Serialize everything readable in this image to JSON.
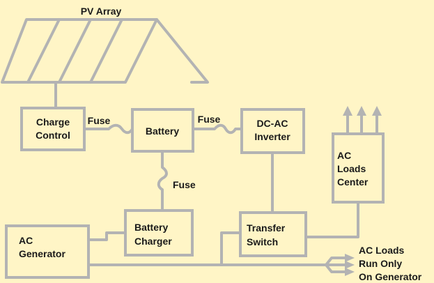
{
  "labels": {
    "pv_array": "PV Array",
    "charge_control": [
      "Charge",
      "Control"
    ],
    "battery": "Battery",
    "dc_ac_inverter": [
      "DC-AC",
      "Inverter"
    ],
    "ac_loads_center": [
      "AC",
      "Loads",
      "Center"
    ],
    "fuse_charge_battery": "Fuse",
    "fuse_battery_inverter": "Fuse",
    "fuse_battery_charger": "Fuse",
    "battery_charger": [
      "Battery",
      "Charger"
    ],
    "transfer_switch": [
      "Transfer",
      "Switch"
    ],
    "ac_generator": [
      "AC",
      "Generator"
    ],
    "ac_loads_generator": [
      "AC Loads",
      "Run Only",
      "On Generator"
    ]
  },
  "colors": {
    "background": "#fff5c6",
    "lines": "#b3b3b3",
    "text": "#1a1a1a"
  }
}
